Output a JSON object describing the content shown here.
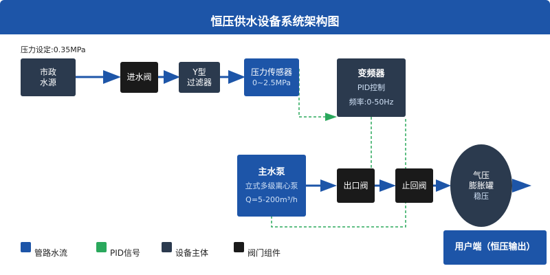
{
  "title": "恒压供水设备系统架构图",
  "pressure_note": "压力设定:0.35MPa",
  "nodes": {
    "municipal": {
      "line1": "市政",
      "line2": "水源"
    },
    "inlet_valve": {
      "label": "进水阀"
    },
    "y_filter": {
      "line1": "Y型",
      "line2": "过滤器"
    },
    "pressure_sensor": {
      "label": "压力传感器",
      "range": "0~2.5MPa"
    },
    "vfd": {
      "label": "变频器",
      "control": "PID控制",
      "freq": "频率:0-50Hz"
    },
    "main_pump": {
      "label": "主水泵",
      "type": "立式多级离心泵",
      "flow": "Q=5-200m³/h"
    },
    "outlet_valve": {
      "label": "出口阀"
    },
    "check_valve": {
      "label": "止回阀"
    },
    "tank": {
      "line1": "气压",
      "line2": "膨胀罐",
      "line3": "稳压"
    },
    "user_end": {
      "label": "用户端（恒压输出）"
    }
  },
  "legend": [
    {
      "label": "管路水流",
      "color": "#1d55a8"
    },
    {
      "label": "PID信号",
      "color": "#2aa85c"
    },
    {
      "label": "设备主体",
      "color": "#2b3a4e"
    },
    {
      "label": "阀门组件",
      "color": "#1a1a1a"
    }
  ],
  "colors": {
    "pipe": "#1d55a8",
    "signal": "#2aa85c",
    "equipment": "#2b3a4e",
    "valve": "#1a1a1a"
  }
}
